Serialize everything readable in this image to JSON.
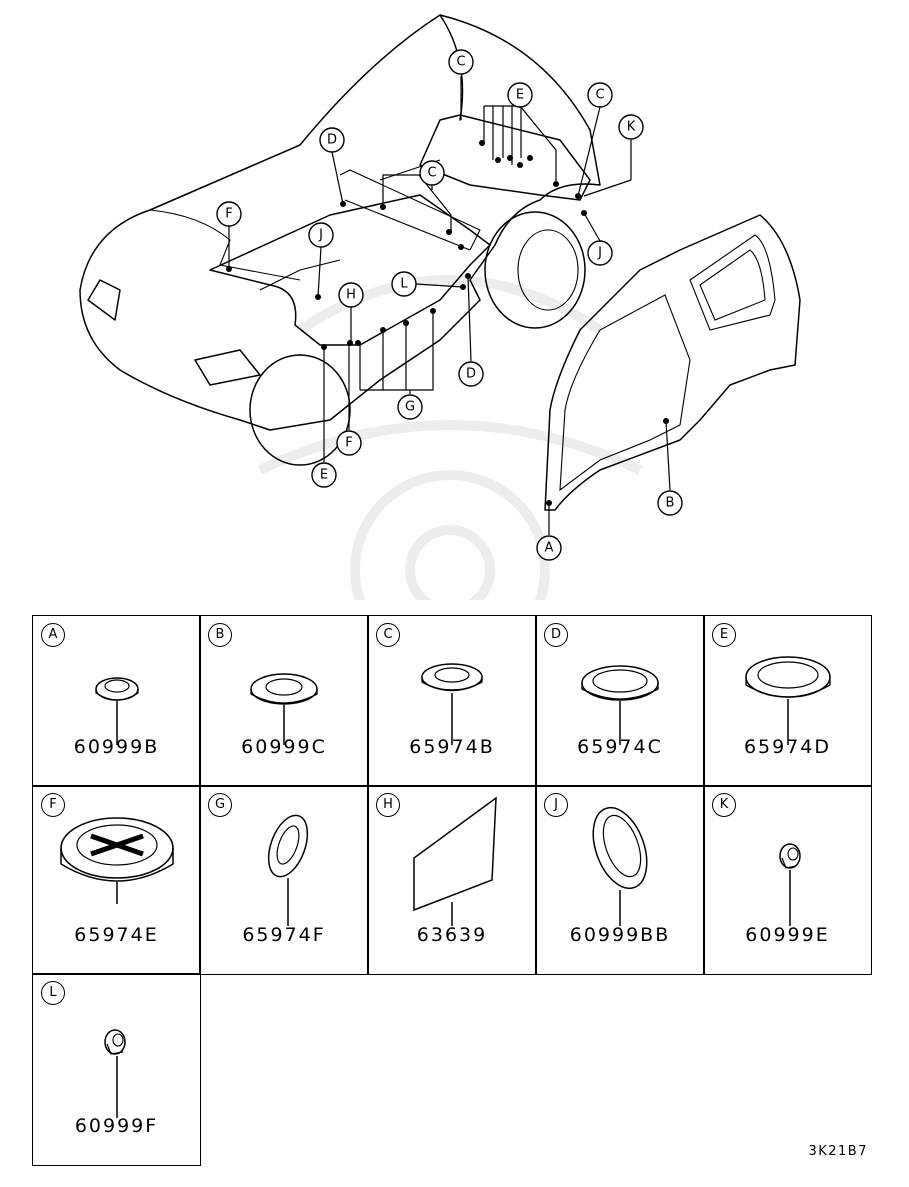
{
  "diagram": {
    "callouts": {
      "c1": "C",
      "e1": "E",
      "c2": "C",
      "k1": "K",
      "d1": "D",
      "c3": "C",
      "f1": "F",
      "j1": "J",
      "h1": "H",
      "l1": "L",
      "j2": "J",
      "d2": "D",
      "g1": "G",
      "e2": "E",
      "f2": "F",
      "b1": "B",
      "a1": "A"
    }
  },
  "parts": [
    {
      "letter": "A",
      "number": "60999B"
    },
    {
      "letter": "B",
      "number": "60999C"
    },
    {
      "letter": "C",
      "number": "65974B"
    },
    {
      "letter": "D",
      "number": "65974C"
    },
    {
      "letter": "E",
      "number": "65974D"
    },
    {
      "letter": "F",
      "number": "65974E"
    },
    {
      "letter": "G",
      "number": "65974F"
    },
    {
      "letter": "H",
      "number": "63639"
    },
    {
      "letter": "J",
      "number": "60999BB"
    },
    {
      "letter": "K",
      "number": "60999E"
    },
    {
      "letter": "L",
      "number": "60999F"
    }
  ],
  "document_code": "3K21B7"
}
